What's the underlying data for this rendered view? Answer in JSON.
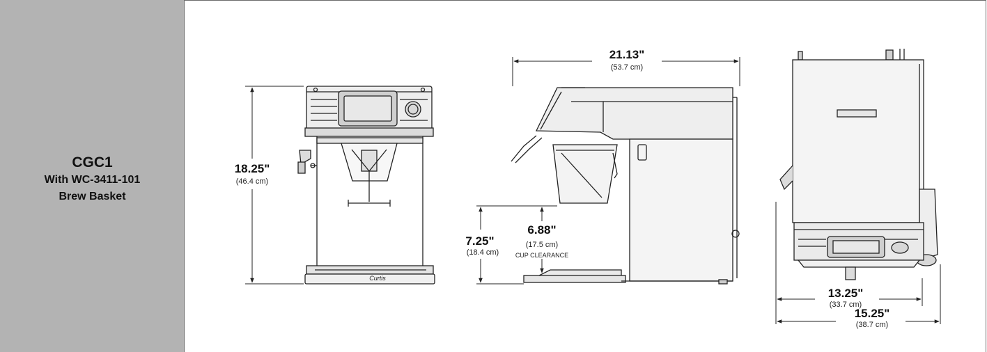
{
  "label_panel": {
    "model": "CGC1",
    "line1": "With WC-3411-101",
    "line2": "Brew Basket"
  },
  "dimensions": {
    "height": {
      "value": "18.25\"",
      "metric": "(46.4 cm)"
    },
    "depth": {
      "value": "21.13\"",
      "metric": "(53.7 cm)"
    },
    "spout_height": {
      "value": "7.25\"",
      "metric": "(18.4 cm)"
    },
    "cup_clearance": {
      "value": "6.88\"",
      "metric": "(17.5 cm)",
      "note": "CUP CLEARANCE"
    },
    "width_inner": {
      "value": "13.25\"",
      "metric": "(33.7 cm)"
    },
    "width_outer": {
      "value": "15.25\"",
      "metric": "(38.7 cm)"
    }
  },
  "brand_script": "Curtis",
  "colors": {
    "panel": "#b3b3b3",
    "line": "#222222",
    "body": "#f4f4f4"
  }
}
